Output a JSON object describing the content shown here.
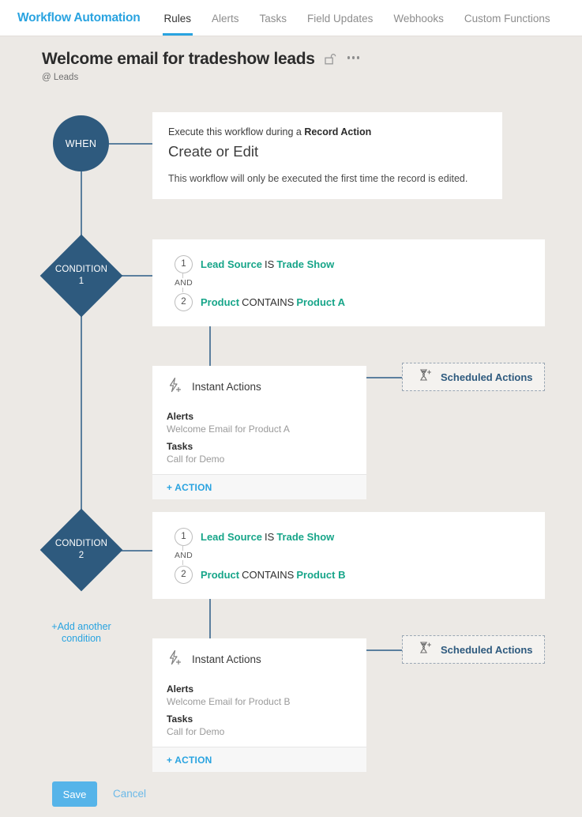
{
  "nav": {
    "brand": "Workflow Automation",
    "tabs": [
      {
        "label": "Rules",
        "active": true
      },
      {
        "label": "Alerts",
        "active": false
      },
      {
        "label": "Tasks",
        "active": false
      },
      {
        "label": "Field Updates",
        "active": false
      },
      {
        "label": "Webhooks",
        "active": false
      },
      {
        "label": "Custom Functions",
        "active": false
      }
    ]
  },
  "header": {
    "title": "Welcome email for tradeshow leads",
    "subtitle": "@ Leads",
    "lock_icon": "unlock-icon",
    "more_icon": "ellipsis-icon"
  },
  "flow": {
    "when": {
      "node_label": "WHEN",
      "line1_prefix": "Execute this workflow during a ",
      "line1_bold": "Record Action",
      "action": "Create or Edit",
      "note": "This workflow will only be executed the first time the record is edited."
    },
    "conditions": [
      {
        "node_label_line1": "CONDITION",
        "node_label_line2": "1",
        "criteria": [
          {
            "num": "1",
            "field": "Lead Source",
            "operator": "IS",
            "value": "Trade Show"
          },
          {
            "num": "2",
            "field": "Product",
            "operator": "CONTAINS",
            "value": "Product A"
          }
        ],
        "join": "AND",
        "instant_actions": {
          "icon": "lightning-plus-icon",
          "title": "Instant Actions",
          "groups": [
            {
              "label": "Alerts",
              "value": "Welcome Email for Product A"
            },
            {
              "label": "Tasks",
              "value": "Call for Demo"
            }
          ],
          "add_label": "+ ACTION"
        },
        "scheduled_actions": {
          "icon": "hourglass-plus-icon",
          "label": "Scheduled Actions"
        }
      },
      {
        "node_label_line1": "CONDITION",
        "node_label_line2": "2",
        "criteria": [
          {
            "num": "1",
            "field": "Lead Source",
            "operator": "IS",
            "value": "Trade Show"
          },
          {
            "num": "2",
            "field": "Product",
            "operator": "CONTAINS",
            "value": "Product B"
          }
        ],
        "join": "AND",
        "instant_actions": {
          "icon": "lightning-plus-icon",
          "title": "Instant Actions",
          "groups": [
            {
              "label": "Alerts",
              "value": "Welcome Email for Product B"
            },
            {
              "label": "Tasks",
              "value": "Call for Demo"
            }
          ],
          "add_label": "+ ACTION"
        },
        "scheduled_actions": {
          "icon": "hourglass-plus-icon",
          "label": "Scheduled Actions"
        }
      }
    ],
    "add_condition_label": "+Add another condition"
  },
  "footer": {
    "save_label": "Save",
    "cancel_label": "Cancel"
  },
  "colors": {
    "brand_blue": "#29a3e0",
    "node_navy": "#2e5a7e",
    "criteria_green": "#17a589",
    "save_blue": "#56b4e9",
    "page_bg": "#ece9e5"
  }
}
